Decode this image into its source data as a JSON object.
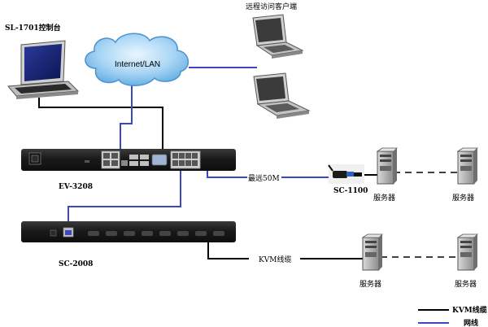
{
  "labels": {
    "console": "SL-1701控制台",
    "remote_clients": "远程访问客户端",
    "cloud": "Internet/LAN",
    "ev_device": "EV-3208",
    "distance": "最远50M",
    "sc1100": "SC-1100",
    "sc2008": "SC-2008",
    "kvm_cable_inline": "KVM线缆",
    "server": "服务器"
  },
  "legend": {
    "kvm_cable": "KVM线缆",
    "network_cable": "网线"
  },
  "colors": {
    "kvm_line": "#000000",
    "network_line": "#3a47c0",
    "device_body": "#1c1c1c",
    "cloud_fill": "#8fc6ef"
  }
}
